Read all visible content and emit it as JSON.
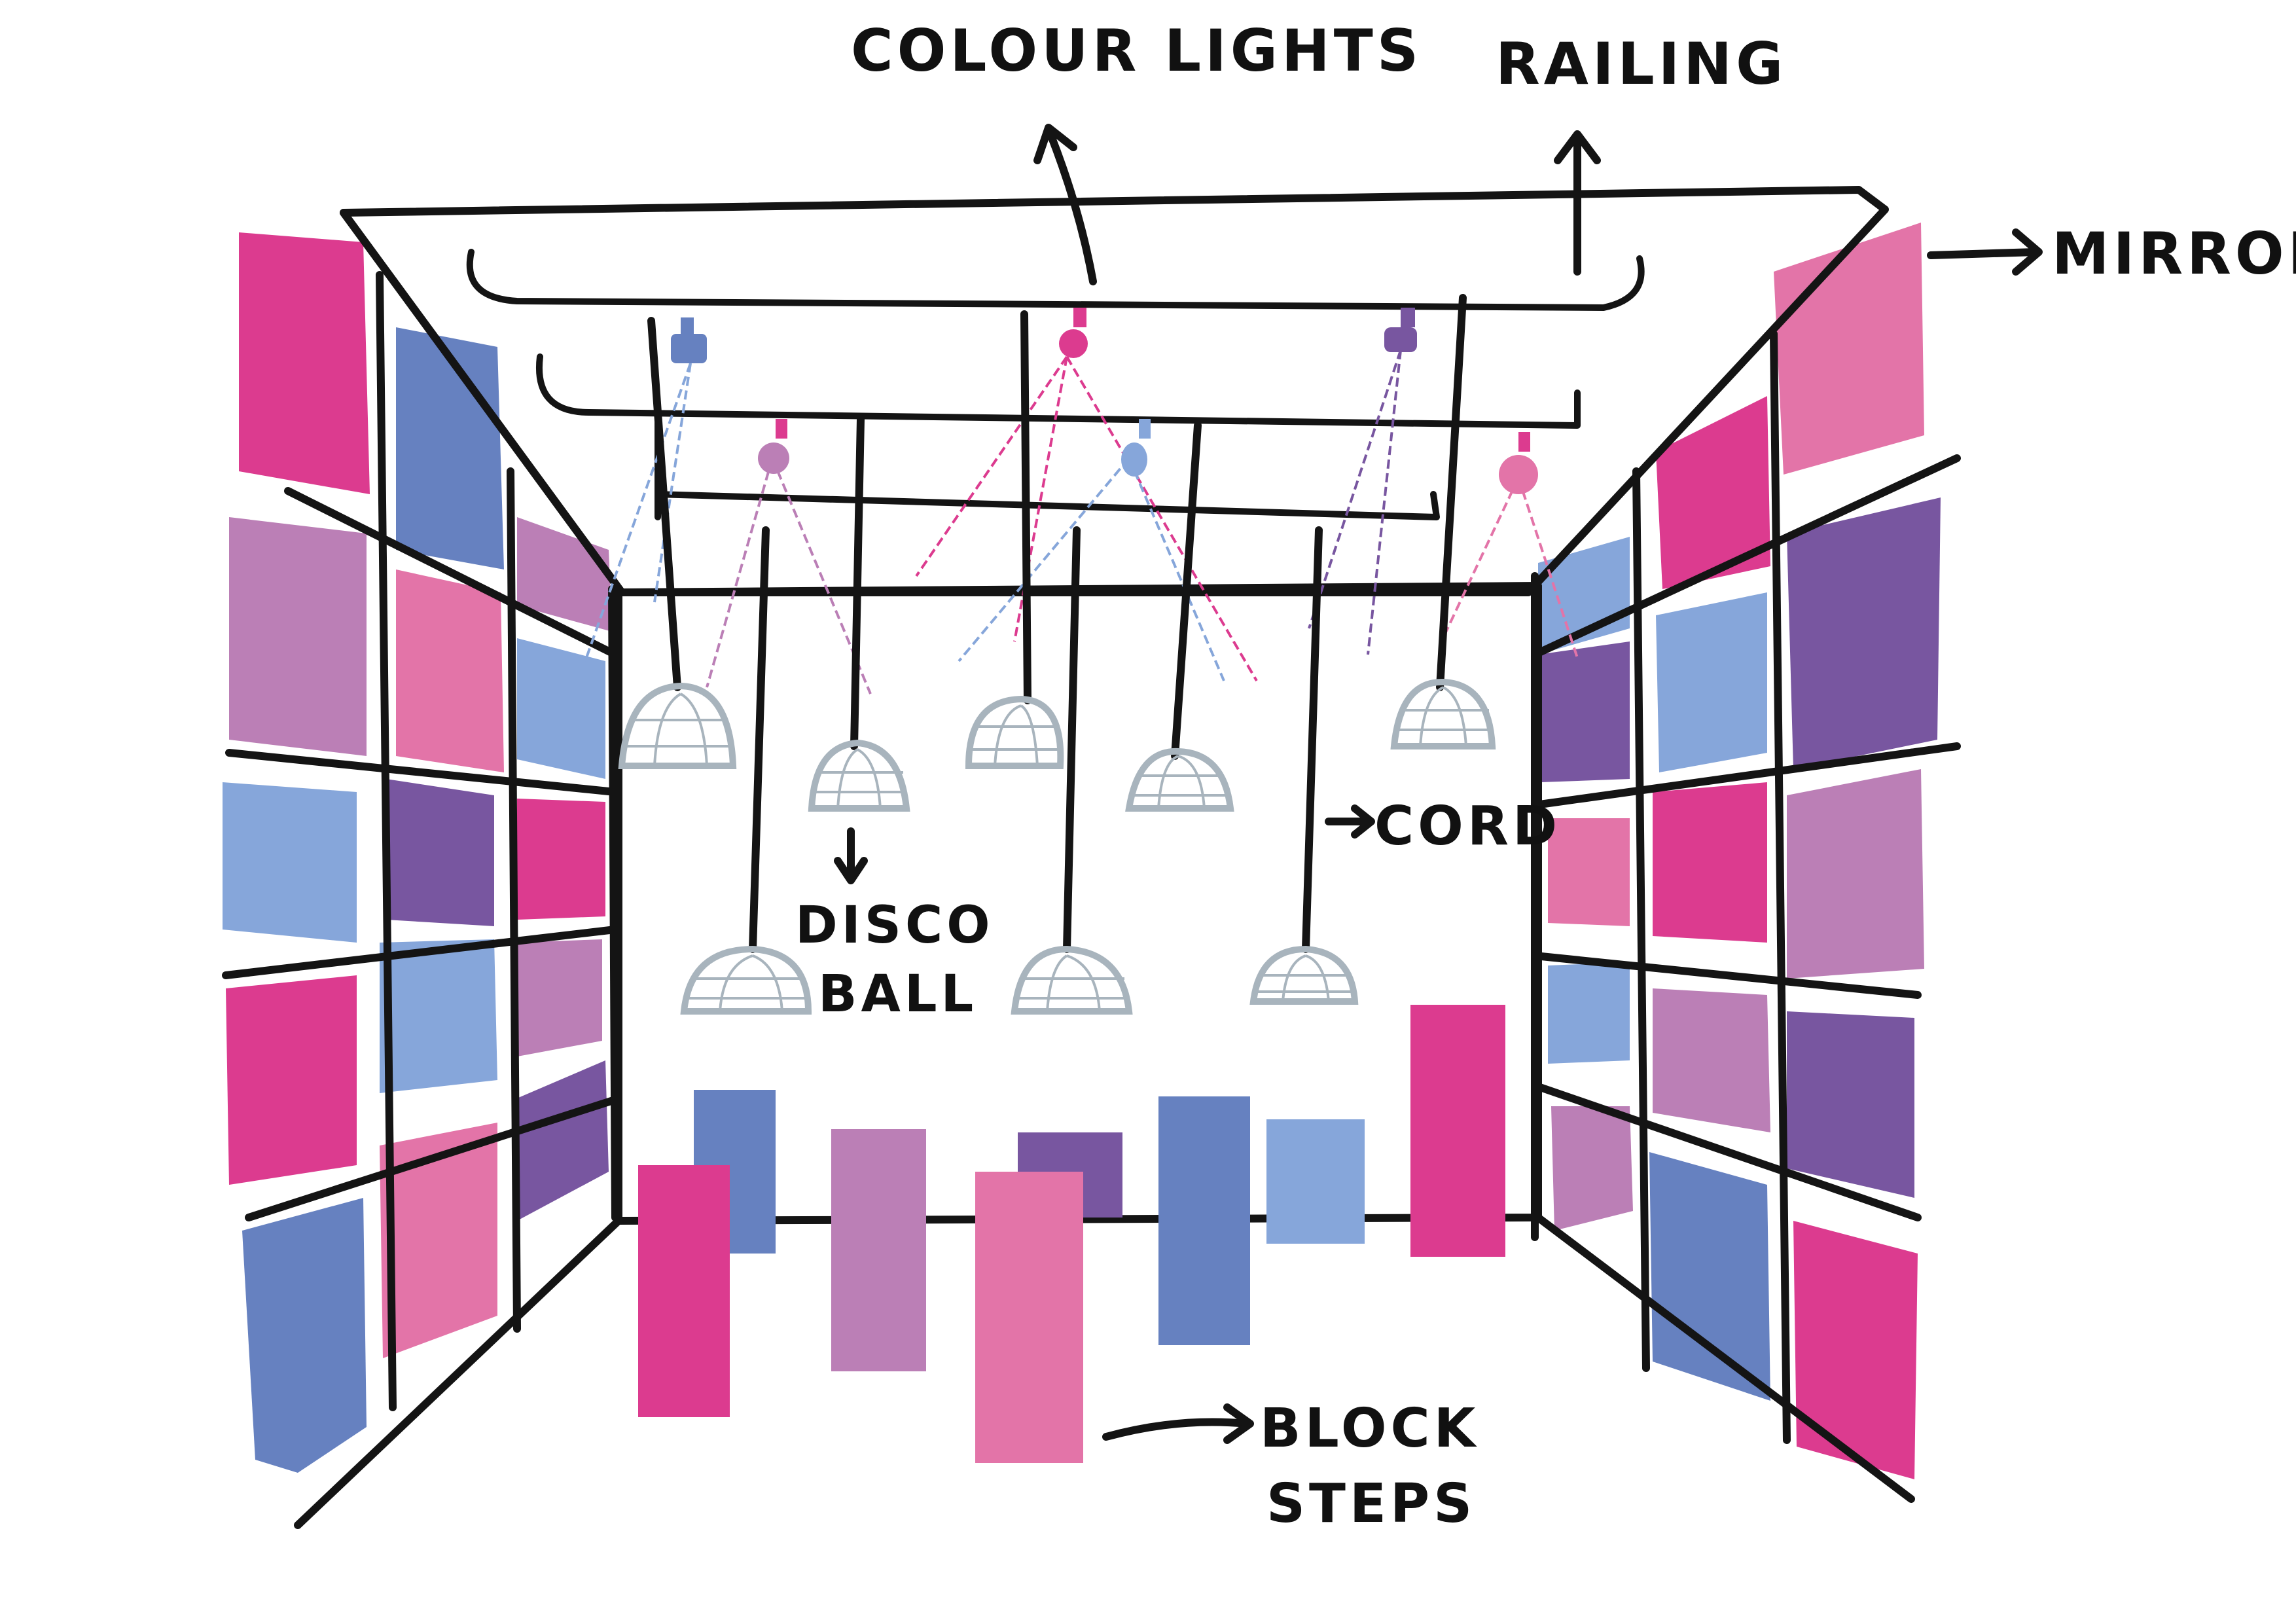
{
  "labels": {
    "colour_lights": "COLOUR LIGHTS",
    "railing": "RAILING",
    "mirror": "MIRROR",
    "cord": "CORD",
    "disco_line1": "DISCO",
    "disco_line2": "BALL",
    "block_line1": "BLOCK",
    "block_line2": "STEPS"
  },
  "colors": {
    "ink": "#141414",
    "magenta": "#dc3b8f",
    "pink": "#e374a8",
    "mauve": "#bb7fb6",
    "lavender_blue": "#86a6da",
    "periwinkle": "#6681c0",
    "purple": "#7856a0",
    "disco_ball_grey": "#a8b4bd"
  }
}
